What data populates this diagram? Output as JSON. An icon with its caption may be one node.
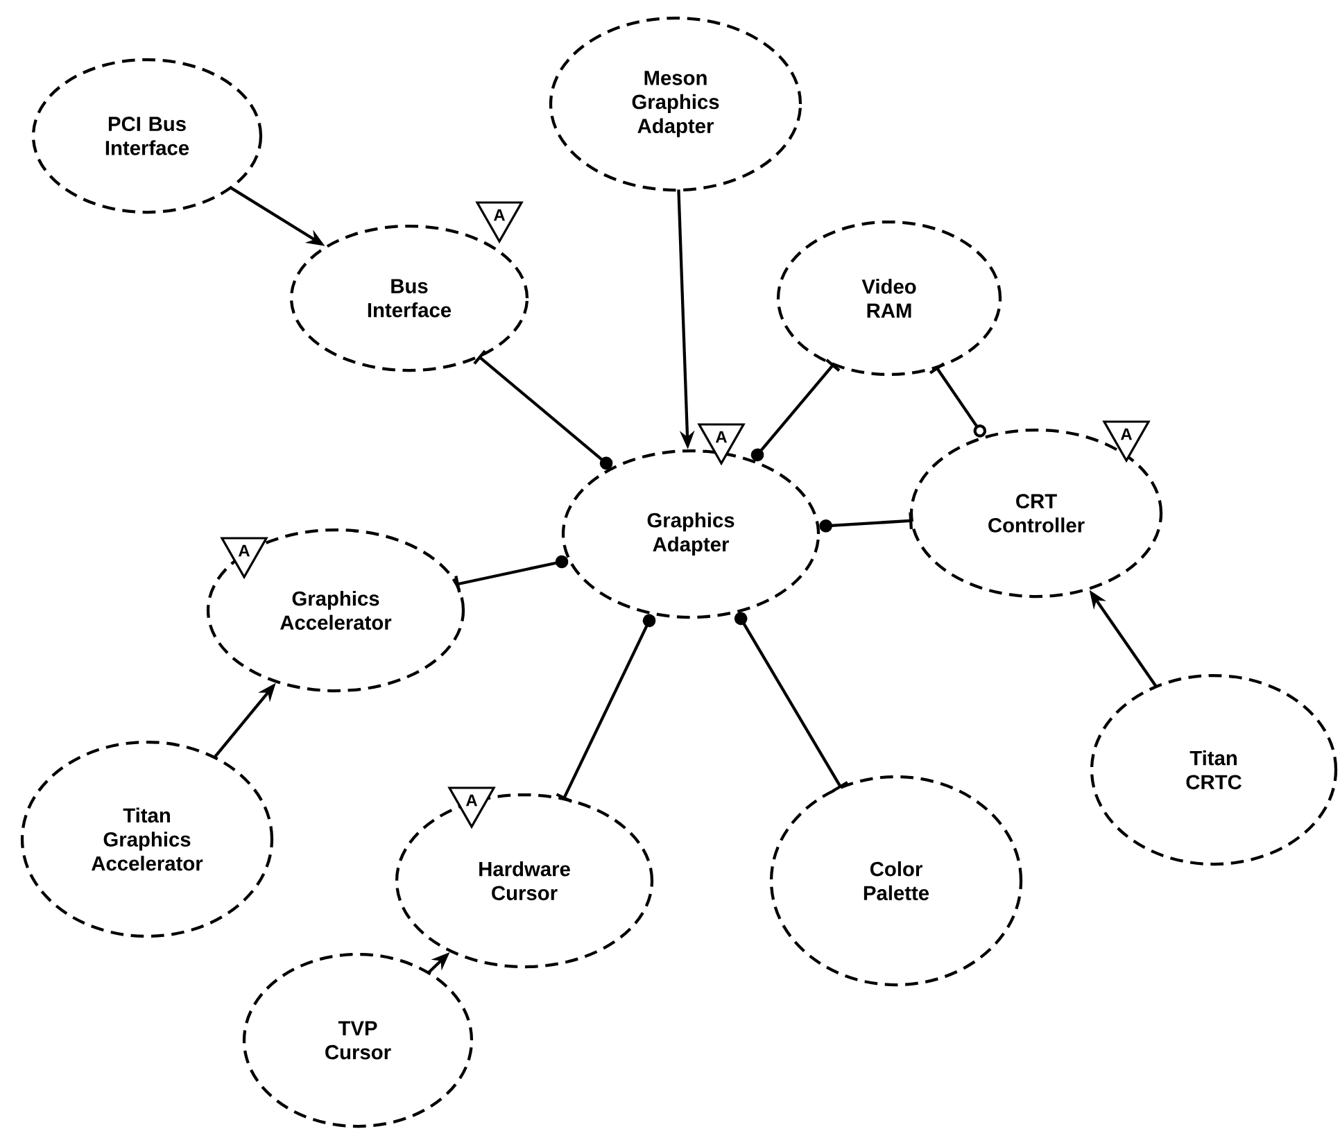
{
  "diagram": {
    "nodes": [
      {
        "text": [
          "PCI Bus Interface"
        ]
      },
      {
        "text": [
          "Meson Graphics Adapter"
        ]
      },
      {
        "text": [
          "Bus Interface"
        ],
        "beside": [
          "A"
        ]
      },
      {
        "text": [
          "Video RAM"
        ]
      },
      {
        "text": [
          "Graphics Adapter"
        ],
        "beside": [
          "A"
        ]
      },
      {
        "text": [
          "CRT Controller"
        ],
        "beside": [
          "A"
        ]
      },
      {
        "text": [
          "Graphics Accelerator"
        ],
        "beside": [
          "A"
        ]
      },
      {
        "text": [
          "Titan CRTC"
        ]
      },
      {
        "text": [
          "Titan Graphics Accelerator"
        ]
      },
      {
        "text": [
          "Hardware Cursor"
        ],
        "beside": [
          "A"
        ]
      },
      {
        "text": [
          "Color Palette"
        ]
      },
      {
        "text": [
          "TVP Cursor"
        ]
      }
    ],
    "edges": [
      {
        "from": 0,
        "to": 2,
        "arrow": "to"
      },
      {
        "from": 1,
        "to": 4,
        "arrow": "to"
      },
      {
        "from": 2,
        "to": 4,
        "arrow": "other"
      },
      {
        "from": 3,
        "to": 4,
        "arrow": "other"
      },
      {
        "from": 3,
        "to": 5,
        "arrow": "other"
      },
      {
        "from": 5,
        "to": 4,
        "arrow": "other"
      },
      {
        "from": 6,
        "to": 4,
        "arrow": "other"
      },
      {
        "from": 7,
        "to": 5,
        "arrow": "to"
      },
      {
        "from": 8,
        "to": 6,
        "arrow": "to"
      },
      {
        "from": 9,
        "to": 4,
        "arrow": "other"
      },
      {
        "from": 10,
        "to": 4,
        "arrow": "other"
      },
      {
        "from": 11,
        "to": 9,
        "arrow": "to"
      }
    ]
  }
}
